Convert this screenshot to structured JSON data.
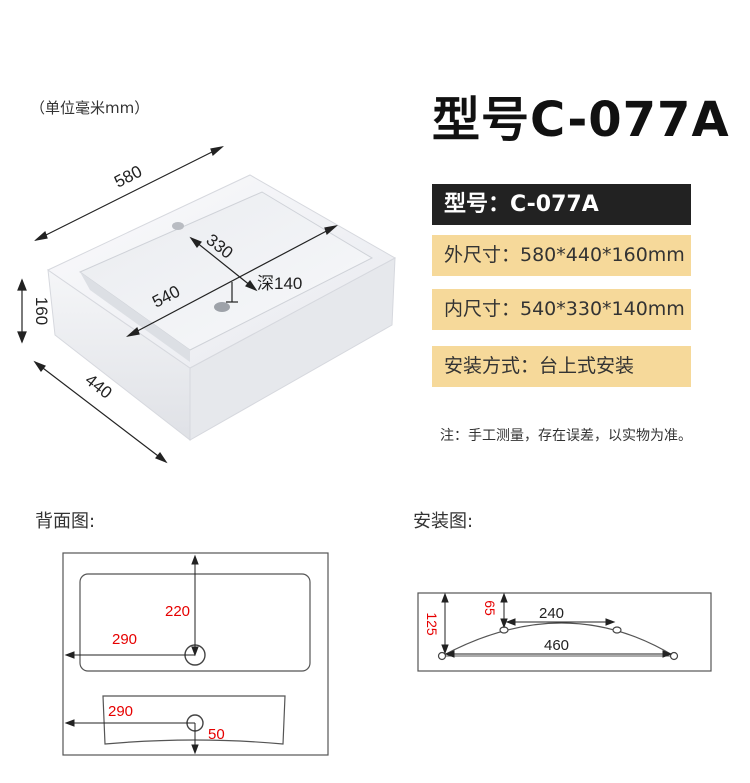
{
  "unit_note": "（单位毫米mm）",
  "model_title": "型号C-077A",
  "specs": {
    "model": "型号：C-077A",
    "outer": "外尺寸：580*440*160mm",
    "inner": "内尺寸：540*330*140mm",
    "install": "安装方式：台上式安装"
  },
  "note": "注：手工测量，存在误差，以实物为准。",
  "product_dims": {
    "length": "580",
    "width": "440",
    "height": "160",
    "inner_width": "330",
    "inner_length": "540",
    "depth": "深140"
  },
  "back_view": {
    "title": "背面图:",
    "v_top": "220",
    "h_top": "290",
    "h_bottom": "290",
    "v_bottom": "50"
  },
  "install_view": {
    "title": "安装图:",
    "height_left": "125",
    "small_v": "65",
    "hole_spacing": "240",
    "arc_width": "460"
  },
  "colors": {
    "accent_bar": "#f6d99a",
    "dark_bar": "#222222",
    "dimension_red": "#e60000"
  }
}
